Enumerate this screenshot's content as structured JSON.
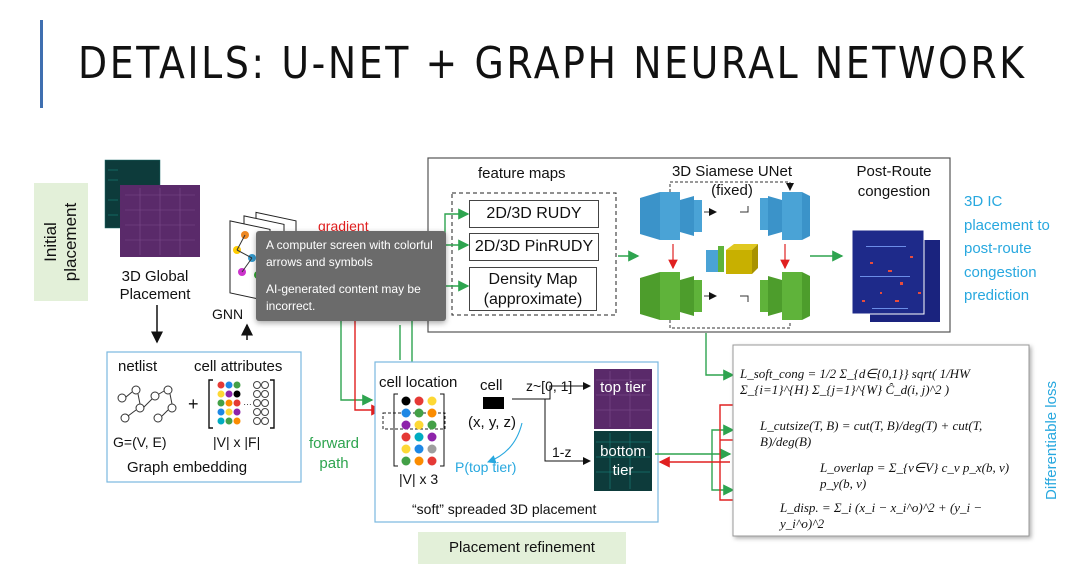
{
  "slide": {
    "title": "DETAILS: U-NET + GRAPH NEURAL NETWORK",
    "accent_color": "#3f6fb0"
  },
  "left": {
    "initial_placement": "Initial placement",
    "global_placement": "3D Global Placement",
    "gnn": "GNN",
    "gradient": "gradient"
  },
  "embedding": {
    "netlist": "netlist",
    "cell_attributes": "cell attributes",
    "plus": "+",
    "graph": "G=(V, E)",
    "matrix": "|V| x |F|",
    "caption": "Graph embedding"
  },
  "forward_path": "forward path",
  "pipeline": {
    "feature_maps": "feature maps",
    "rudy": "2D/3D RUDY",
    "pinrudy": "2D/3D PinRUDY",
    "density": "Density Map (approximate)",
    "unet_title": "3D Siamese UNet",
    "unet_fixed": "(fixed)",
    "post_route": "Post-Route congestion",
    "prediction": "3D IC placement to post-route congestion prediction"
  },
  "refinement": {
    "cell_location": "cell location",
    "cell": "cell",
    "xyz": "(x, y, z)",
    "z_range": "z~[0, 1]",
    "one_minus_z": "1-z",
    "p_top": "P(top tier)",
    "v_x3": "|V| x 3",
    "top_tier": "top tier",
    "bottom_tier": "bottom tier",
    "soft": "“soft” spreaded 3D placement",
    "label": "Placement refinement"
  },
  "loss": {
    "label": "Differentiable loss",
    "eq1": "L_soft_cong = 1/2 Σ_{d∈{0,1}} sqrt( 1/HW Σ_{i=1}^{H} Σ_{j=1}^{W} Ĉ_d(i, j)^2 )",
    "eq2": "L_cutsize(T, B) = cut(T, B)/deg(T) + cut(T, B)/deg(B)",
    "eq3": "L_overlap = Σ_{v∈V} c_v p_x(b, v) p_y(b, v)",
    "eq4": "L_disp. = Σ_i (x_i − x_i^o)^2 + (y_i − y_i^o)^2"
  },
  "tooltip": {
    "line1": "A computer screen with colorful arrows and symbols",
    "line2": "AI-generated content may be incorrect."
  },
  "colors": {
    "green_arrow": "#2ea44f",
    "red_arrow": "#e02020",
    "cyan_text": "#28a8df",
    "box_green": "#e3f0d9",
    "unet_blue": "#4aa3d6",
    "unet_green": "#5fb33a",
    "unet_yellow": "#c8b000"
  }
}
